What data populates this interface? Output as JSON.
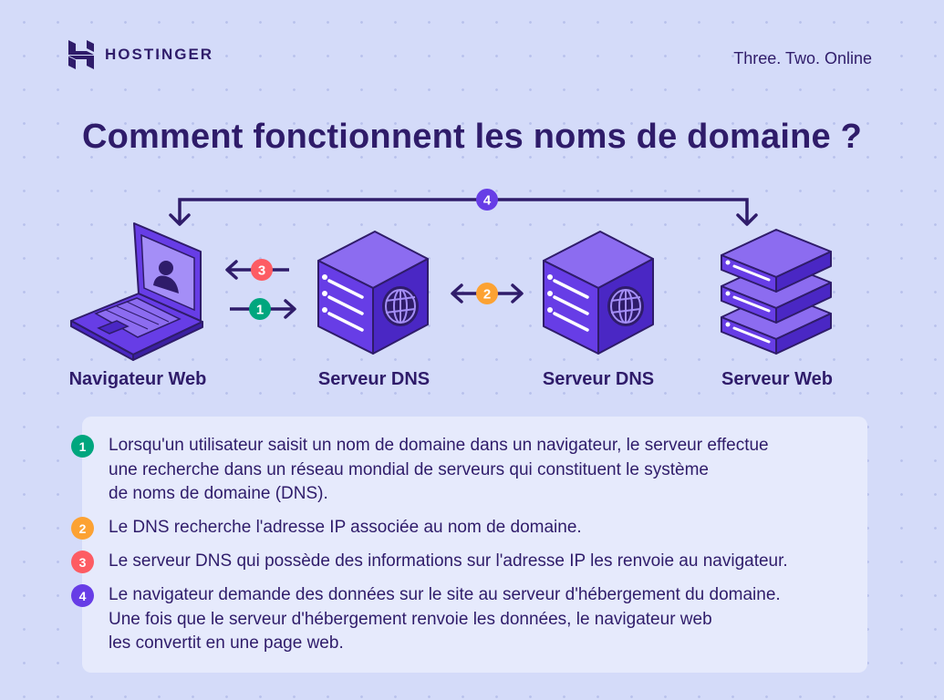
{
  "brand": {
    "name": "HOSTINGER",
    "tagline": "Three. Two. Online"
  },
  "title": "Comment fonctionnent les noms de domaine ?",
  "nodes": [
    {
      "label": "Navigateur Web",
      "icon": "laptop-icon"
    },
    {
      "label": "Serveur DNS",
      "icon": "dns-server-icon"
    },
    {
      "label": "Serveur DNS",
      "icon": "dns-server-icon"
    },
    {
      "label": "Serveur Web",
      "icon": "web-server-icon"
    }
  ],
  "flow_badges": [
    "1",
    "2",
    "3",
    "4"
  ],
  "steps": [
    {
      "number": "1",
      "color": "#00a67e",
      "lines": [
        "Lorsqu'un utilisateur saisit un nom de domaine dans un navigateur, le serveur effectue",
        "une recherche dans un réseau mondial de serveurs qui constituent le système",
        "de noms de domaine (DNS)."
      ]
    },
    {
      "number": "2",
      "color": "#fca233",
      "lines": [
        "Le DNS recherche l'adresse IP associée au nom de domaine."
      ]
    },
    {
      "number": "3",
      "color": "#fd5c63",
      "lines": [
        "Le serveur DNS qui possède des informations sur l'adresse IP les renvoie au navigateur."
      ]
    },
    {
      "number": "4",
      "color": "#673de6",
      "lines": [
        "Le navigateur demande des données sur le site au serveur d'hébergement du domaine.",
        "Une fois que le serveur d'hébergement renvoie les données, le navigateur web",
        "les convertit en une page web."
      ]
    }
  ],
  "colors": {
    "primary": "#673de6",
    "dark": "#2f1c6a",
    "green": "#00a67e",
    "orange": "#fca233",
    "red": "#fd5c63",
    "background": "#d4dbf9"
  }
}
